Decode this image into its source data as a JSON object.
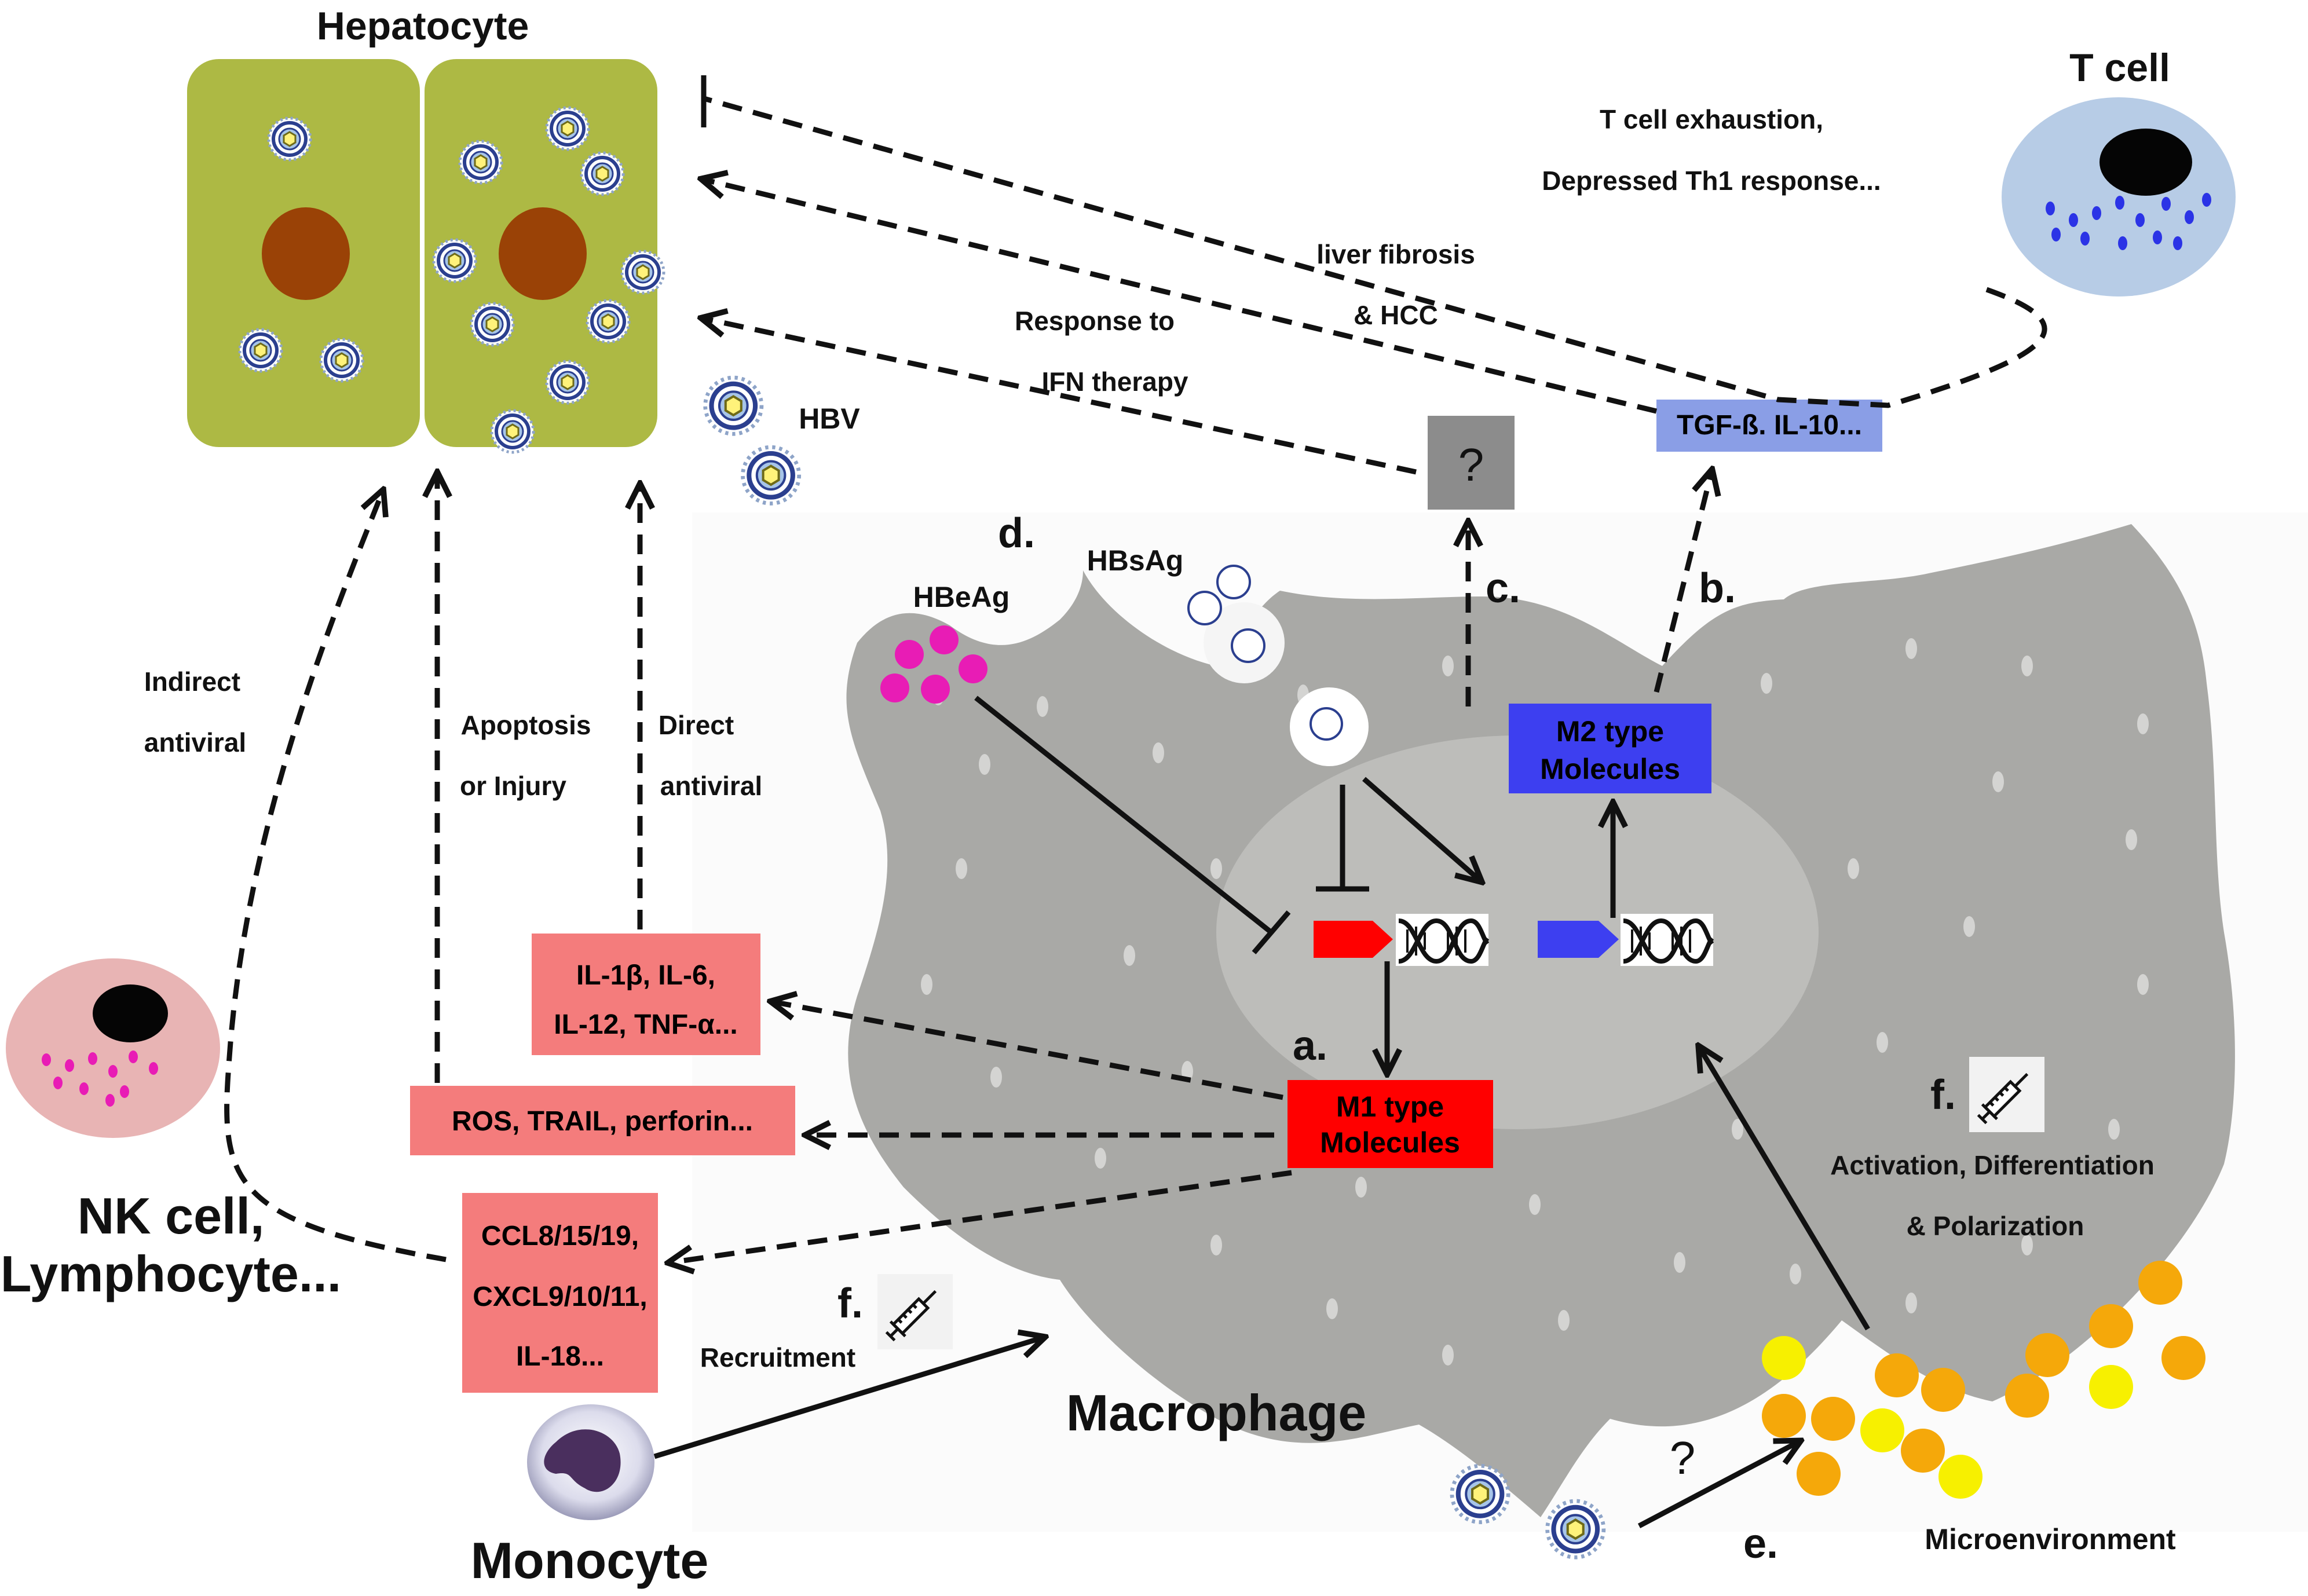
{
  "cells": {
    "hepatocyte": "Hepatocyte",
    "t_cell": "T cell",
    "nk_cell_line1": "NK cell,",
    "nk_cell_line2": "Lymphocyte...",
    "monocyte": "Monocyte",
    "macrophage": "Macrophage"
  },
  "virus": {
    "hbv": "HBV",
    "hbsag": "HBsAg",
    "hbeag": "HBeAg",
    "question": "?"
  },
  "arrows": {
    "t_cell_exhaustion_1": "T cell exhaustion,",
    "t_cell_exhaustion_2": "Depressed Th1 response...",
    "liver_fibrosis_1": "liver fibrosis",
    "liver_fibrosis_2": "& HCC",
    "ifn_1": "Response to",
    "ifn_2": "IFN therapy",
    "indirect_1": "Indirect",
    "indirect_2": "antiviral",
    "apoptosis_1": "Apoptosis",
    "apoptosis_2": "or Injury",
    "direct_1": "Direct",
    "direct_2": "antiviral",
    "recruitment": "Recruitment",
    "activation_1": "Activation, Differentiation",
    "activation_2": "& Polarization",
    "microenvironment": "Microenvironment"
  },
  "steps": {
    "a": "a.",
    "b": "b.",
    "c": "c.",
    "d": "d.",
    "e": "e.",
    "f1": "f.",
    "f2": "f."
  },
  "boxes": {
    "tgf": "TGF-ß. IL-10...",
    "question": "?",
    "m2_line1": "M2 type",
    "m2_line2": "Molecules",
    "m1_line1": "M1 type",
    "m1_line2": "Molecules",
    "il_line1": "IL-1β, IL-6,",
    "il_line2": "IL-12, TNF-α...",
    "ros": "ROS, TRAIL, perforin...",
    "ccl_line1": "CCL8/15/19,",
    "ccl_line2": "CXCL9/10/11,",
    "ccl_line3": "IL-18..."
  },
  "colors": {
    "hepatocyte_fill": "#adb944",
    "nucleus": "#9a4206",
    "macrophage": "#a9a9a6",
    "t_cell": "#b7cce6",
    "nk_cell": "#e8b4b4",
    "m1": "#ff0000",
    "m2": "#3d3ff0",
    "tgf": "#8a9ee6",
    "cytokine": "#f47c7c",
    "hbeag": "#e81cb5",
    "microenv_orange": "#f5a80a",
    "microenv_yellow": "#f7f000"
  }
}
